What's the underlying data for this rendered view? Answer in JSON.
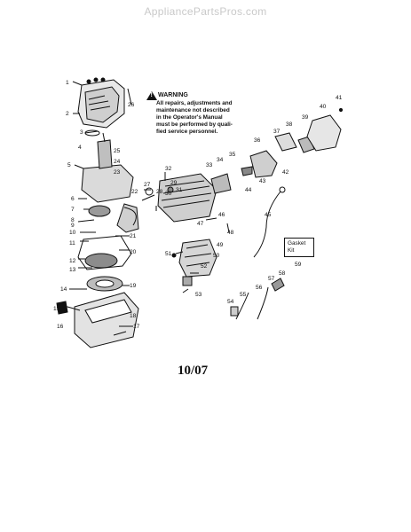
{
  "watermark": "AppliancePartsPros.com",
  "warning": {
    "title": "WARNING",
    "body": "All repairs, adjustments and\nmaintenance not described\nin the Operator's Manual\nmust be performed by quali-\nfied service personnel."
  },
  "gasket_kit": "Gasket\nKit",
  "date_code": "10/07",
  "callouts": [
    "1",
    "2",
    "3",
    "4",
    "5",
    "6",
    "7",
    "8",
    "9",
    "10",
    "11",
    "12",
    "13",
    "14",
    "15",
    "16",
    "17",
    "18",
    "19",
    "20",
    "21",
    "22",
    "23",
    "24",
    "25",
    "26",
    "27",
    "28",
    "29",
    "30",
    "31",
    "32",
    "33",
    "34",
    "35",
    "36",
    "37",
    "38",
    "39",
    "40",
    "41",
    "42",
    "43",
    "44",
    "45",
    "46",
    "47",
    "48",
    "49",
    "50",
    "51",
    "52",
    "53",
    "54",
    "55",
    "56",
    "57",
    "58",
    "59"
  ]
}
